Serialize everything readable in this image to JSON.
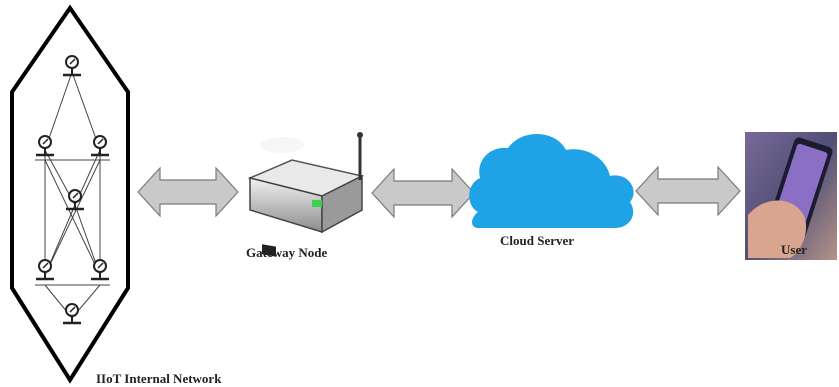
{
  "labels": {
    "network": "IIoT Internal Network",
    "gateway": "Gateway Node",
    "cloud": "Cloud Server",
    "user": "User"
  },
  "icons": {
    "sensor": "sensor-node-icon",
    "gateway": "router-icon",
    "cloud": "cloud-icon",
    "user": "smartphone-hand-icon"
  },
  "colors": {
    "arrow_fill": "#c9c9c9",
    "arrow_stroke": "#7a7a7a",
    "cloud": "#1fa3e6",
    "outline": "#000000"
  }
}
